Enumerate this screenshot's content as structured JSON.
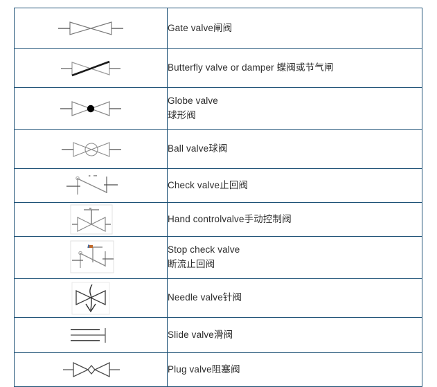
{
  "document": {
    "title": "Valve symbols reference table",
    "border_color": "#1d5176",
    "text_color": "#2b2b2b",
    "background": "#ffffff",
    "symbol_box_color": "#d9d9d9",
    "symbol_stroke": "#6f6f6f",
    "symbol_stroke_dark": "#3a3a3a"
  },
  "table": {
    "rows": [
      {
        "symbol_name": "gate-valve-symbol",
        "lines": [
          "Gate valve闸阀"
        ]
      },
      {
        "symbol_name": "butterfly-valve-symbol",
        "lines": [
          "Butterfly valve or damper 蝶阀或节气闸"
        ]
      },
      {
        "symbol_name": "globe-valve-symbol",
        "lines": [
          "Globe valve",
          "球形阀"
        ]
      },
      {
        "symbol_name": "ball-valve-symbol",
        "lines": [
          "Ball valve球阀"
        ]
      },
      {
        "symbol_name": "check-valve-symbol",
        "lines": [
          "Check valve止回阀"
        ]
      },
      {
        "symbol_name": "hand-control-valve-symbol",
        "lines": [
          "Hand controlvalve手动控制阀"
        ]
      },
      {
        "symbol_name": "stop-check-valve-symbol",
        "lines": [
          "Stop check valve",
          "断流止回阀"
        ]
      },
      {
        "symbol_name": "needle-valve-symbol",
        "lines": [
          "Needle valve针阀"
        ]
      },
      {
        "symbol_name": "slide-valve-symbol",
        "lines": [
          "Slide valve滑阀"
        ]
      },
      {
        "symbol_name": "plug-valve-symbol",
        "lines": [
          "Plug valve阻塞阀"
        ]
      }
    ]
  }
}
